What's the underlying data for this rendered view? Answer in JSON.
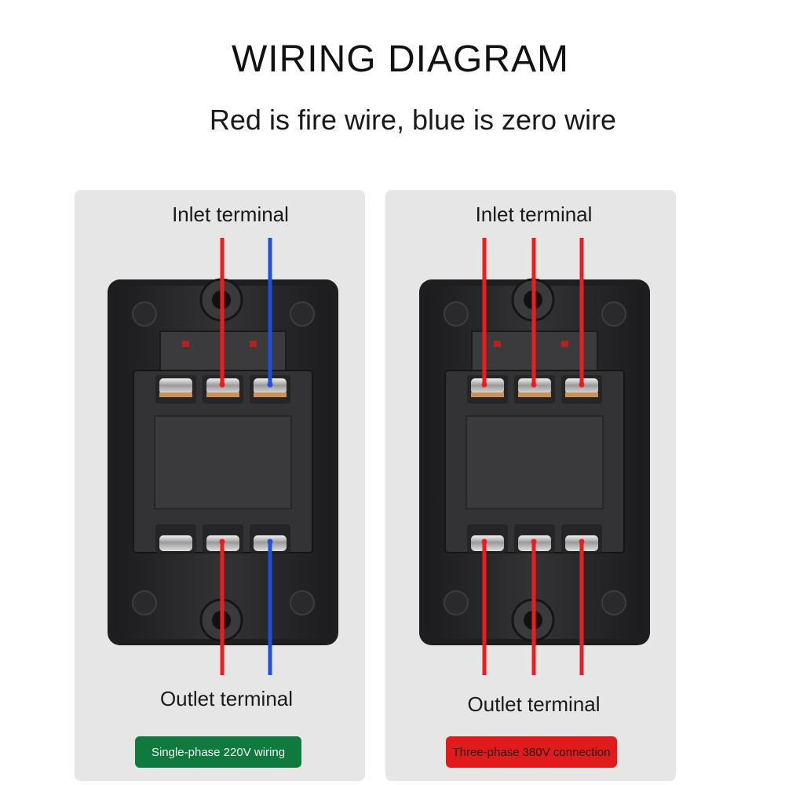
{
  "header": {
    "title": "WIRING DIAGRAM",
    "subtitle": "Red is fire wire, blue is zero wire"
  },
  "panels": [
    {
      "inlet_label": "Inlet terminal",
      "outlet_label": "Outlet terminal",
      "badge": "Single-phase 220V wiring",
      "badge_color": "#0f7a3d",
      "wires": [
        "red",
        "red",
        "blue"
      ]
    },
    {
      "inlet_label": "Inlet terminal",
      "outlet_label": "Outlet terminal",
      "badge": "Three-phase 380V connection",
      "badge_color": "#e11b1b",
      "wires": [
        "red",
        "red",
        "red"
      ]
    }
  ],
  "colors": {
    "fire_wire": "#ee1c1c",
    "zero_wire": "#1f4fe0",
    "switch_body": "#2d2d2f"
  }
}
